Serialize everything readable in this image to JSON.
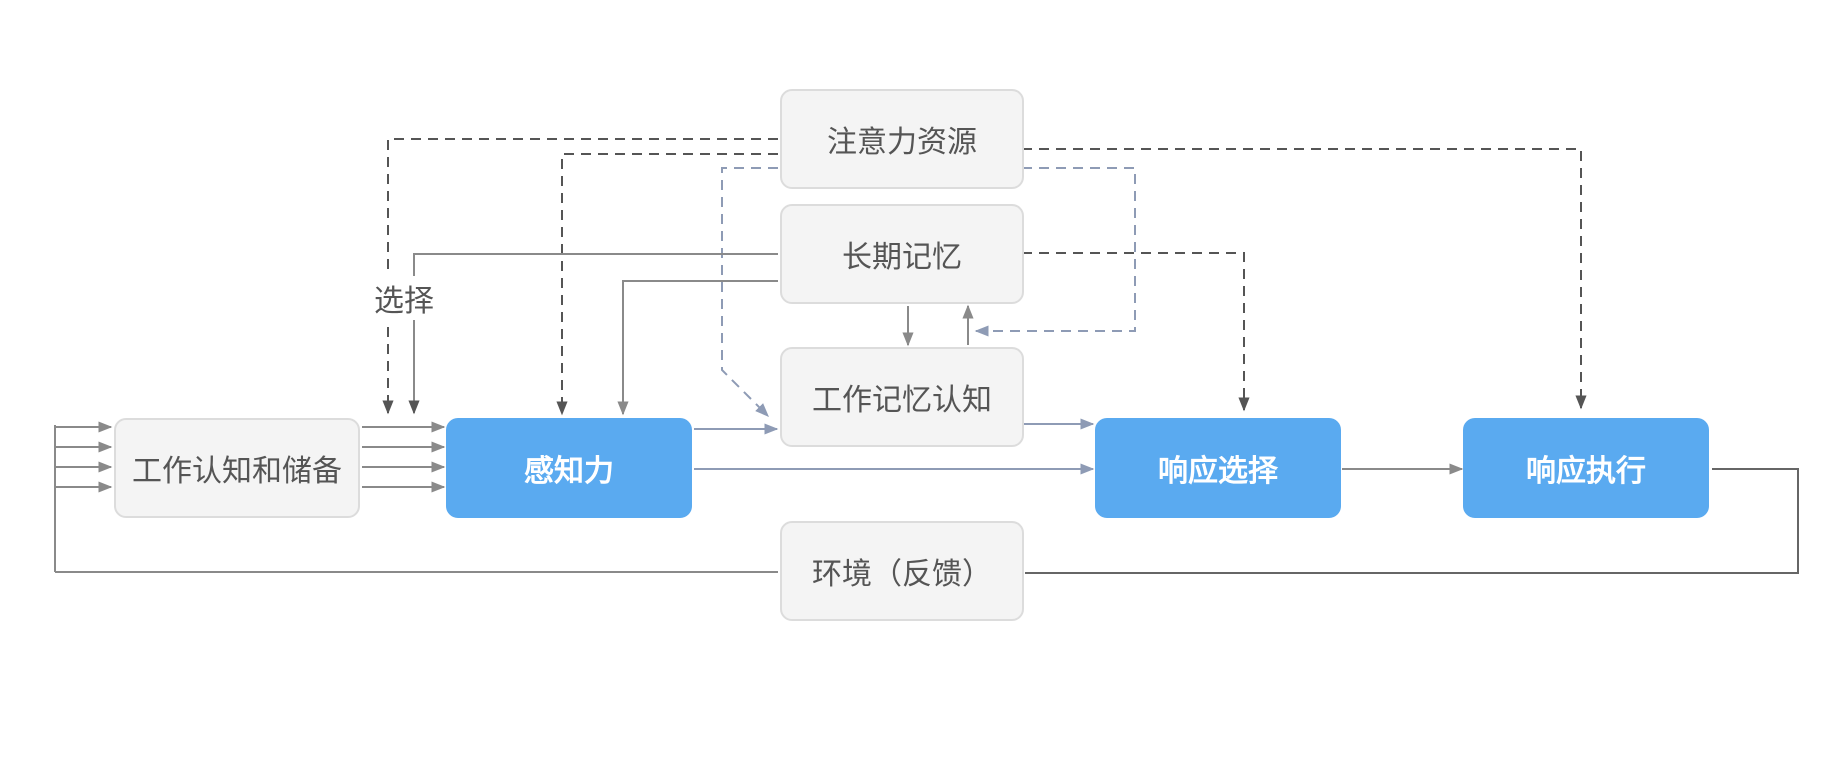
{
  "nodes": {
    "attention": "注意力资源",
    "long_term_memory": "长期记忆",
    "working_memory": "工作记忆认知",
    "storage": "工作认知和储备",
    "perception": "感知力",
    "response_selection": "响应选择",
    "response_execution": "响应执行",
    "environment": "环境（反馈）"
  },
  "labels": {
    "selection": "选择"
  },
  "colors": {
    "blue_box": "#5aaaf0",
    "gray_box": "#f4f4f4",
    "gray_border": "#dcdcdc",
    "solid_line": "#8a8a8a",
    "dashed_dark": "#555555",
    "dashed_blue": "#8e9bb5",
    "solid_blue": "#8e9bb5"
  }
}
